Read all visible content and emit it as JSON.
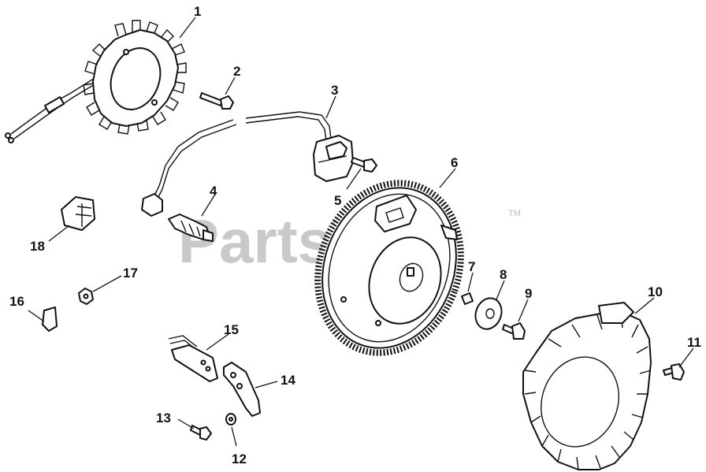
{
  "watermark": {
    "text": "PartsTree",
    "mark": "TM",
    "color": "#c9c9c9"
  },
  "callouts": [
    "1",
    "2",
    "3",
    "4",
    "5",
    "6",
    "7",
    "8",
    "9",
    "10",
    "11",
    "12",
    "13",
    "14",
    "15",
    "16",
    "17",
    "18"
  ],
  "colors": {
    "line": "#111111",
    "background": "#ffffff"
  }
}
